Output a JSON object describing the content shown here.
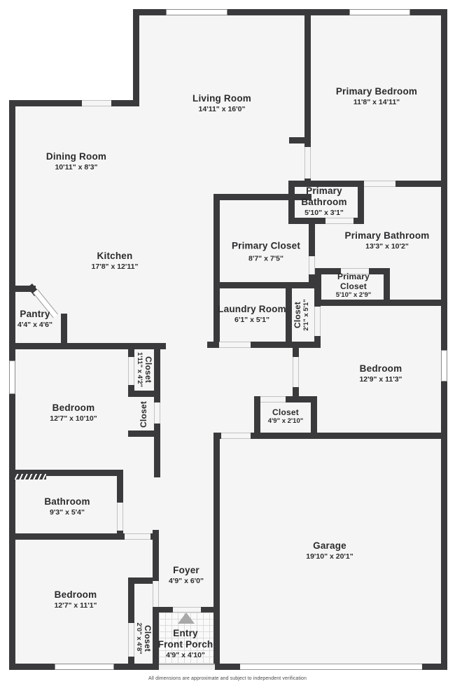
{
  "plan": {
    "disclaimer": "All dimensions are approximate and subject to independent verification",
    "colors": {
      "wall": "#3a3a3c",
      "floor": "#f5f5f5",
      "porch_arrow": "#a8a8a8"
    },
    "rooms": [
      {
        "id": "living-room",
        "lines": [
          "Living Room"
        ],
        "dims": "14'11\" x 16'0\""
      },
      {
        "id": "primary-bedroom",
        "lines": [
          "Primary Bedroom"
        ],
        "dims": "11'8\" x 14'11\""
      },
      {
        "id": "dining-room",
        "lines": [
          "Dining Room"
        ],
        "dims": "10'11\" x 8'3\""
      },
      {
        "id": "kitchen",
        "lines": [
          "Kitchen"
        ],
        "dims": "17'8\" x 12'11\""
      },
      {
        "id": "primary-bathroom-wc",
        "lines": [
          "Primary",
          "Bathroom"
        ],
        "dims": "5'10\" x 3'1\""
      },
      {
        "id": "primary-closet",
        "lines": [
          "Primary Closet"
        ],
        "dims": "8'7\" x 7'5\""
      },
      {
        "id": "primary-bathroom",
        "lines": [
          "Primary Bathroom"
        ],
        "dims": "13'3\" x 10'2\""
      },
      {
        "id": "primary-closet-2",
        "lines": [
          "Primary",
          "Closet"
        ],
        "dims": "5'10\" x 2'9\""
      },
      {
        "id": "laundry-room",
        "lines": [
          "Laundry Room"
        ],
        "dims": "6'1\" x 5'1\""
      },
      {
        "id": "hall-closet",
        "lines": [
          "Closet"
        ],
        "dims": "2'1\" x 5'1\""
      },
      {
        "id": "pantry",
        "lines": [
          "Pantry"
        ],
        "dims": "4'4\" x 4'6\""
      },
      {
        "id": "bedroom-2",
        "lines": [
          "Bedroom"
        ],
        "dims": "12'9\" x 11'3\""
      },
      {
        "id": "closet-4",
        "lines": [
          "Closet"
        ],
        "dims": "4'9\" x 2'10\""
      },
      {
        "id": "closet-6",
        "lines": [
          "Closet"
        ],
        "dims": "1'11\" x 4'2\""
      },
      {
        "id": "bedroom-1",
        "lines": [
          "Bedroom"
        ],
        "dims": "12'7\" x 10'10\""
      },
      {
        "id": "closet-7",
        "lines": [
          "Closet"
        ],
        "dims": ""
      },
      {
        "id": "bathroom",
        "lines": [
          "Bathroom"
        ],
        "dims": "9'3\" x 5'4\""
      },
      {
        "id": "bedroom-3",
        "lines": [
          "Bedroom"
        ],
        "dims": "12'7\" x 11'1\""
      },
      {
        "id": "foyer",
        "lines": [
          "Foyer"
        ],
        "dims": "4'9\" x 6'0\""
      },
      {
        "id": "closet-5",
        "lines": [
          "Closet"
        ],
        "dims": "2'0\" x 4'8\""
      },
      {
        "id": "garage",
        "lines": [
          "Garage"
        ],
        "dims": "19'10\" x 20'1\""
      },
      {
        "id": "entry-front-porch",
        "lines": [
          "Entry",
          "Front Porch"
        ],
        "dims": "4'9\" x 4'10\""
      }
    ]
  }
}
